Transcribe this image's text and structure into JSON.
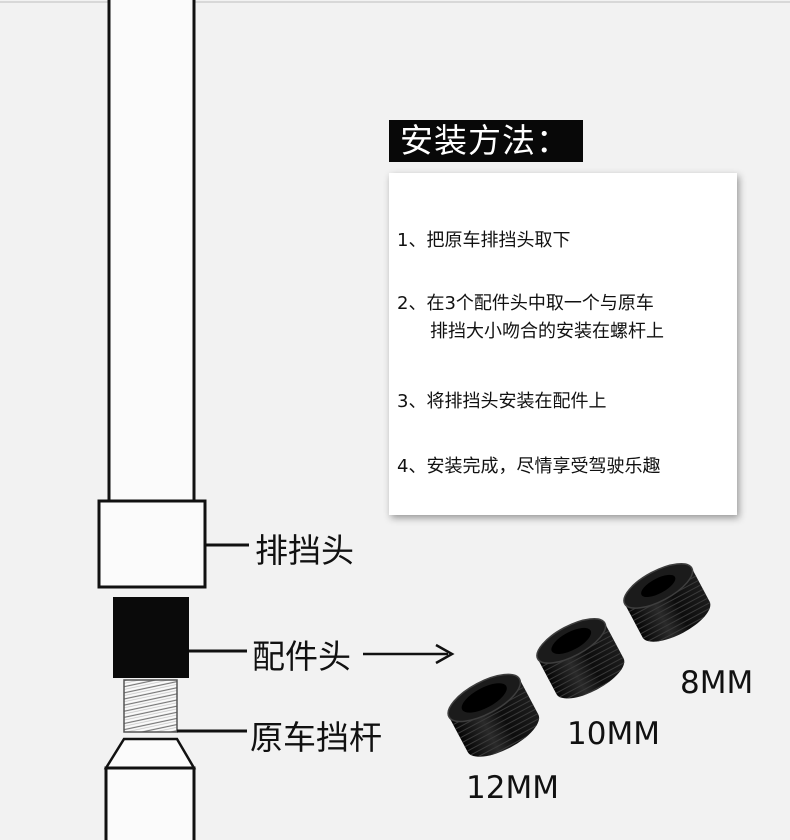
{
  "instructions": {
    "heading": "安装方法：",
    "steps": [
      {
        "line1": "1、把原车排挡头取下",
        "line2": ""
      },
      {
        "line1": "2、在3个配件头中取一个与原车",
        "line2": "排挡大小吻合的安装在螺杆上"
      },
      {
        "line1": "3、将排挡头安装在配件上",
        "line2": ""
      },
      {
        "line1": "4、安装完成，尽情享受驾驶乐趣",
        "line2": ""
      }
    ]
  },
  "labels": {
    "shift_head": "排挡头",
    "adapter_head": "配件头",
    "original_lever": "原车挡杆"
  },
  "adapters": [
    {
      "size": "12MM"
    },
    {
      "size": "10MM"
    },
    {
      "size": "8MM"
    }
  ],
  "colors": {
    "background": "#f2f2f2",
    "heading_bg": "#080808",
    "line": "#111111",
    "adapter": "#0d0d0d"
  }
}
